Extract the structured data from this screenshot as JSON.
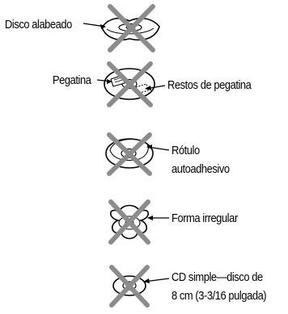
{
  "colors": {
    "line": "#000000",
    "cross": "#8c8c8c",
    "disc_fill": "#ffffff"
  },
  "items": [
    {
      "id": "warped",
      "lines": [
        "Disco alabeado"
      ]
    },
    {
      "id": "sticker",
      "lines": [
        "Pegatina"
      ]
    },
    {
      "id": "sticker_residue",
      "lines": [
        "Restos de pegatina"
      ]
    },
    {
      "id": "sticker_label",
      "lines": [
        "Rótulo",
        "autoadhesivo"
      ]
    },
    {
      "id": "irregular",
      "lines": [
        "Forma irregular"
      ]
    },
    {
      "id": "single_cd",
      "lines": [
        "CD simple—disco de",
        "8 cm (3-3/16 pulgada)"
      ]
    }
  ]
}
